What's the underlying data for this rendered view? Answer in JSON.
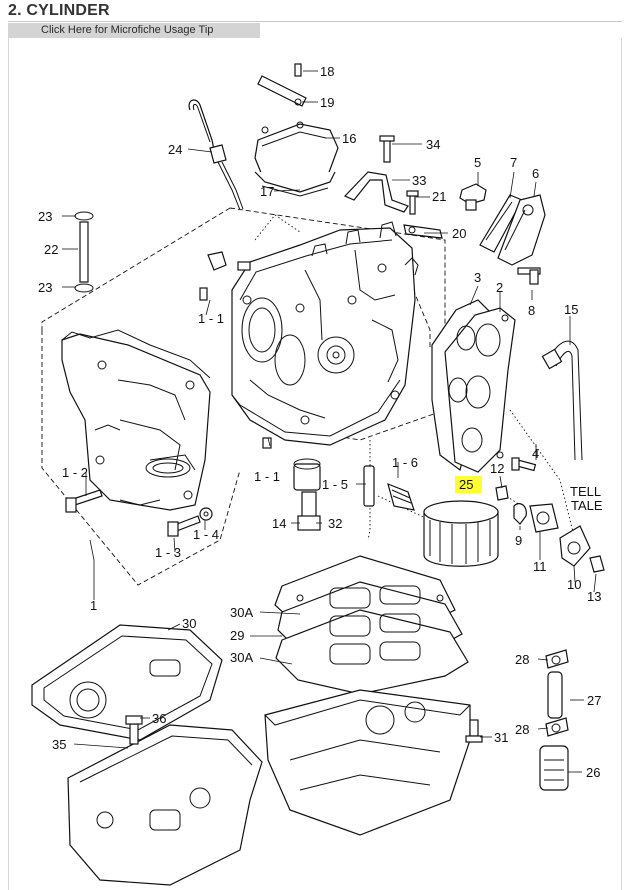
{
  "header": {
    "title": "2. CYLINDER",
    "tip_link": "Click Here for Microfiche Usage Tip"
  },
  "colors": {
    "highlight": "#ffff33",
    "tip_bar": "#d4d4d4"
  },
  "callouts": {
    "c18": "18",
    "c19": "19",
    "c16": "16",
    "c34": "34",
    "c24": "24",
    "c17": "17",
    "c33": "33",
    "c5": "5",
    "c7": "7",
    "c6": "6",
    "c21": "21",
    "c20": "20",
    "c23a": "23",
    "c22": "22",
    "c23b": "23",
    "c3": "3",
    "c2": "2",
    "c8": "8",
    "c15": "15",
    "c1_1": "1 - 1",
    "c4": "4",
    "c12": "12",
    "c25": "25",
    "c1_6": "1 - 6",
    "c1_5": "1 - 5",
    "c1_2": "1 - 2",
    "c1_1b": "1 - 1",
    "c9": "9",
    "c11": "11",
    "c1_3": "1 - 3",
    "c1_4": "1 - 4",
    "c14": "14",
    "c32": "32",
    "c10": "10",
    "c13": "13",
    "c1": "1",
    "c30": "30",
    "c30a1": "30A",
    "c29": "29",
    "c30a2": "30A",
    "c28a": "28",
    "c27": "27",
    "c36": "36",
    "c31": "31",
    "c28b": "28",
    "c35": "35",
    "c26": "26",
    "tell": "TELL",
    "tale": "TALE"
  }
}
